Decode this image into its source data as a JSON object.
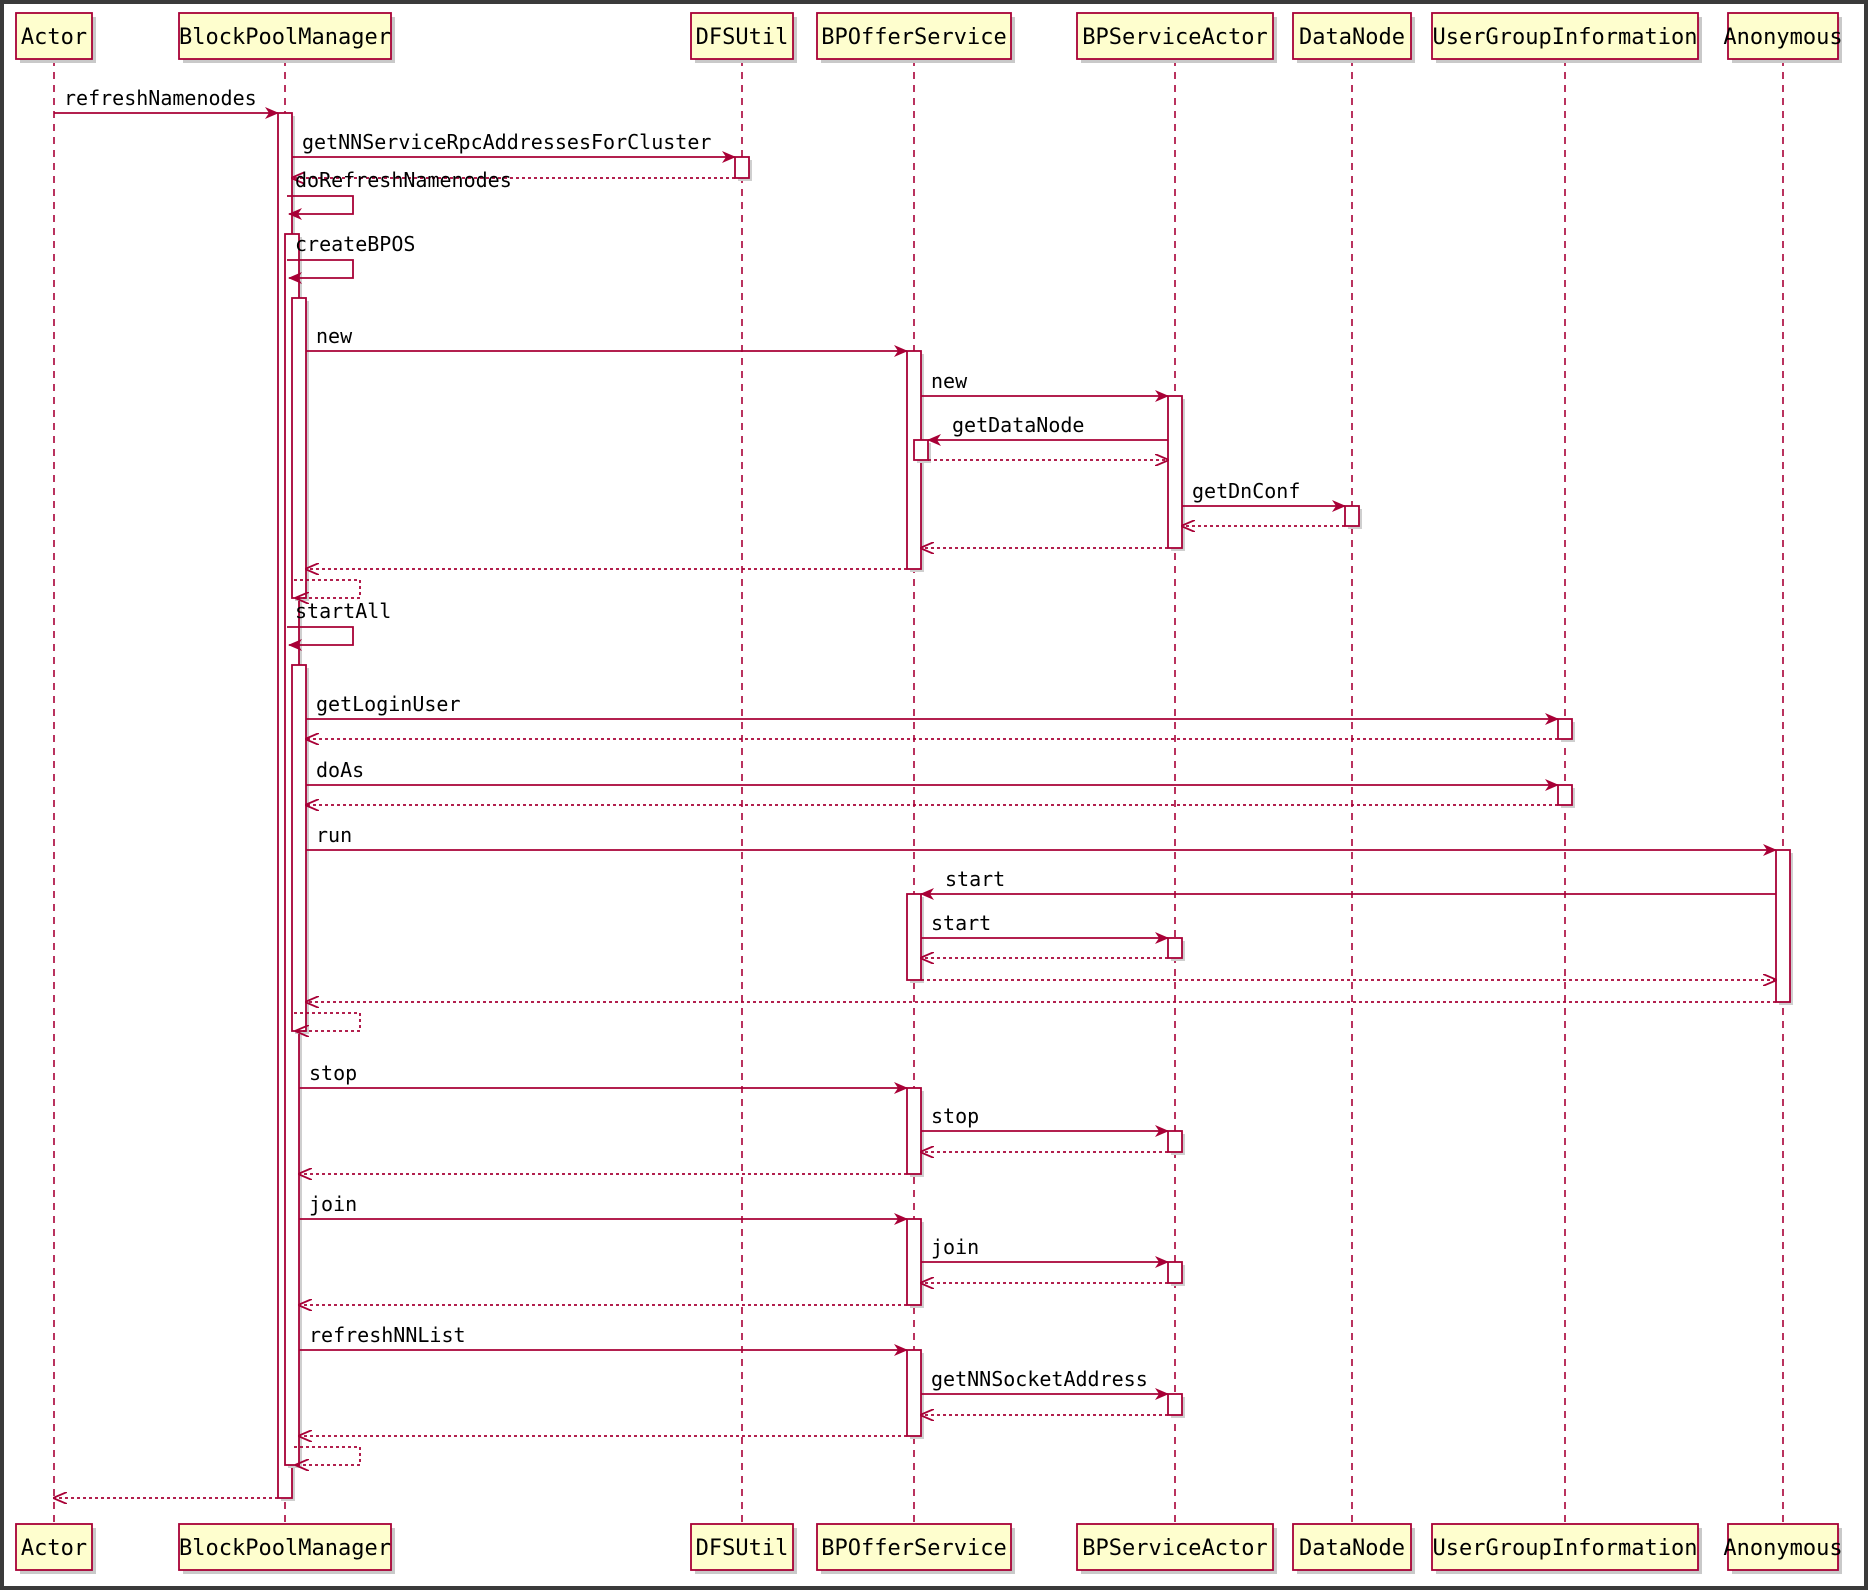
{
  "diagram": {
    "type": "uml-sequence",
    "colors": {
      "lifeline": "#a80036",
      "participant_fill": "#fefece",
      "activation_fill": "#ffffff",
      "frame": "#3a3a3a"
    },
    "participants": [
      "Actor",
      "BlockPoolManager",
      "DFSUtil",
      "BPOfferService",
      "BPServiceActor",
      "DataNode",
      "UserGroupInformation",
      "Anonymous"
    ],
    "messages": [
      {
        "from": "Actor",
        "to": "BlockPoolManager",
        "label": "refreshNamenodes",
        "kind": "call"
      },
      {
        "from": "BlockPoolManager",
        "to": "DFSUtil",
        "label": "getNNServiceRpcAddressesForCluster",
        "kind": "call"
      },
      {
        "from": "DFSUtil",
        "to": "BlockPoolManager",
        "label": "",
        "kind": "return"
      },
      {
        "from": "BlockPoolManager",
        "to": "BlockPoolManager",
        "label": "doRefreshNamenodes",
        "kind": "self"
      },
      {
        "from": "BlockPoolManager",
        "to": "BlockPoolManager",
        "label": "createBPOS",
        "kind": "self"
      },
      {
        "from": "BlockPoolManager",
        "to": "BPOfferService",
        "label": "new",
        "kind": "call"
      },
      {
        "from": "BPOfferService",
        "to": "BPServiceActor",
        "label": "new",
        "kind": "call"
      },
      {
        "from": "BPServiceActor",
        "to": "BPOfferService",
        "label": "getDataNode",
        "kind": "call"
      },
      {
        "from": "BPOfferService",
        "to": "BPServiceActor",
        "label": "",
        "kind": "return"
      },
      {
        "from": "BPServiceActor",
        "to": "DataNode",
        "label": "getDnConf",
        "kind": "call"
      },
      {
        "from": "DataNode",
        "to": "BPServiceActor",
        "label": "",
        "kind": "return"
      },
      {
        "from": "BPServiceActor",
        "to": "BPOfferService",
        "label": "",
        "kind": "return"
      },
      {
        "from": "BPOfferService",
        "to": "BlockPoolManager",
        "label": "",
        "kind": "return"
      },
      {
        "from": "BlockPoolManager",
        "to": "BlockPoolManager",
        "label": "",
        "kind": "self-return"
      },
      {
        "from": "BlockPoolManager",
        "to": "BlockPoolManager",
        "label": "startAll",
        "kind": "self"
      },
      {
        "from": "BlockPoolManager",
        "to": "UserGroupInformation",
        "label": "getLoginUser",
        "kind": "call"
      },
      {
        "from": "UserGroupInformation",
        "to": "BlockPoolManager",
        "label": "",
        "kind": "return"
      },
      {
        "from": "BlockPoolManager",
        "to": "UserGroupInformation",
        "label": "doAs",
        "kind": "call"
      },
      {
        "from": "UserGroupInformation",
        "to": "BlockPoolManager",
        "label": "",
        "kind": "return"
      },
      {
        "from": "BlockPoolManager",
        "to": "Anonymous",
        "label": "run",
        "kind": "call"
      },
      {
        "from": "Anonymous",
        "to": "BPOfferService",
        "label": "start",
        "kind": "call"
      },
      {
        "from": "BPOfferService",
        "to": "BPServiceActor",
        "label": "start",
        "kind": "call"
      },
      {
        "from": "BPServiceActor",
        "to": "BPOfferService",
        "label": "",
        "kind": "return"
      },
      {
        "from": "BPOfferService",
        "to": "Anonymous",
        "label": "",
        "kind": "return"
      },
      {
        "from": "Anonymous",
        "to": "BlockPoolManager",
        "label": "",
        "kind": "return"
      },
      {
        "from": "BlockPoolManager",
        "to": "BlockPoolManager",
        "label": "",
        "kind": "self-return"
      },
      {
        "from": "BlockPoolManager",
        "to": "BPOfferService",
        "label": "stop",
        "kind": "call"
      },
      {
        "from": "BPOfferService",
        "to": "BPServiceActor",
        "label": "stop",
        "kind": "call"
      },
      {
        "from": "BPServiceActor",
        "to": "BPOfferService",
        "label": "",
        "kind": "return"
      },
      {
        "from": "BPOfferService",
        "to": "BlockPoolManager",
        "label": "",
        "kind": "return"
      },
      {
        "from": "BlockPoolManager",
        "to": "BPOfferService",
        "label": "join",
        "kind": "call"
      },
      {
        "from": "BPOfferService",
        "to": "BPServiceActor",
        "label": "join",
        "kind": "call"
      },
      {
        "from": "BPServiceActor",
        "to": "BPOfferService",
        "label": "",
        "kind": "return"
      },
      {
        "from": "BPOfferService",
        "to": "BlockPoolManager",
        "label": "",
        "kind": "return"
      },
      {
        "from": "BlockPoolManager",
        "to": "BPOfferService",
        "label": "refreshNNList",
        "kind": "call"
      },
      {
        "from": "BPOfferService",
        "to": "BPServiceActor",
        "label": "getNNSocketAddress",
        "kind": "call"
      },
      {
        "from": "BPServiceActor",
        "to": "BPOfferService",
        "label": "",
        "kind": "return"
      },
      {
        "from": "BPOfferService",
        "to": "BlockPoolManager",
        "label": "",
        "kind": "return"
      },
      {
        "from": "BlockPoolManager",
        "to": "BlockPoolManager",
        "label": "",
        "kind": "self-return"
      },
      {
        "from": "BlockPoolManager",
        "to": "Actor",
        "label": "",
        "kind": "return"
      }
    ]
  }
}
